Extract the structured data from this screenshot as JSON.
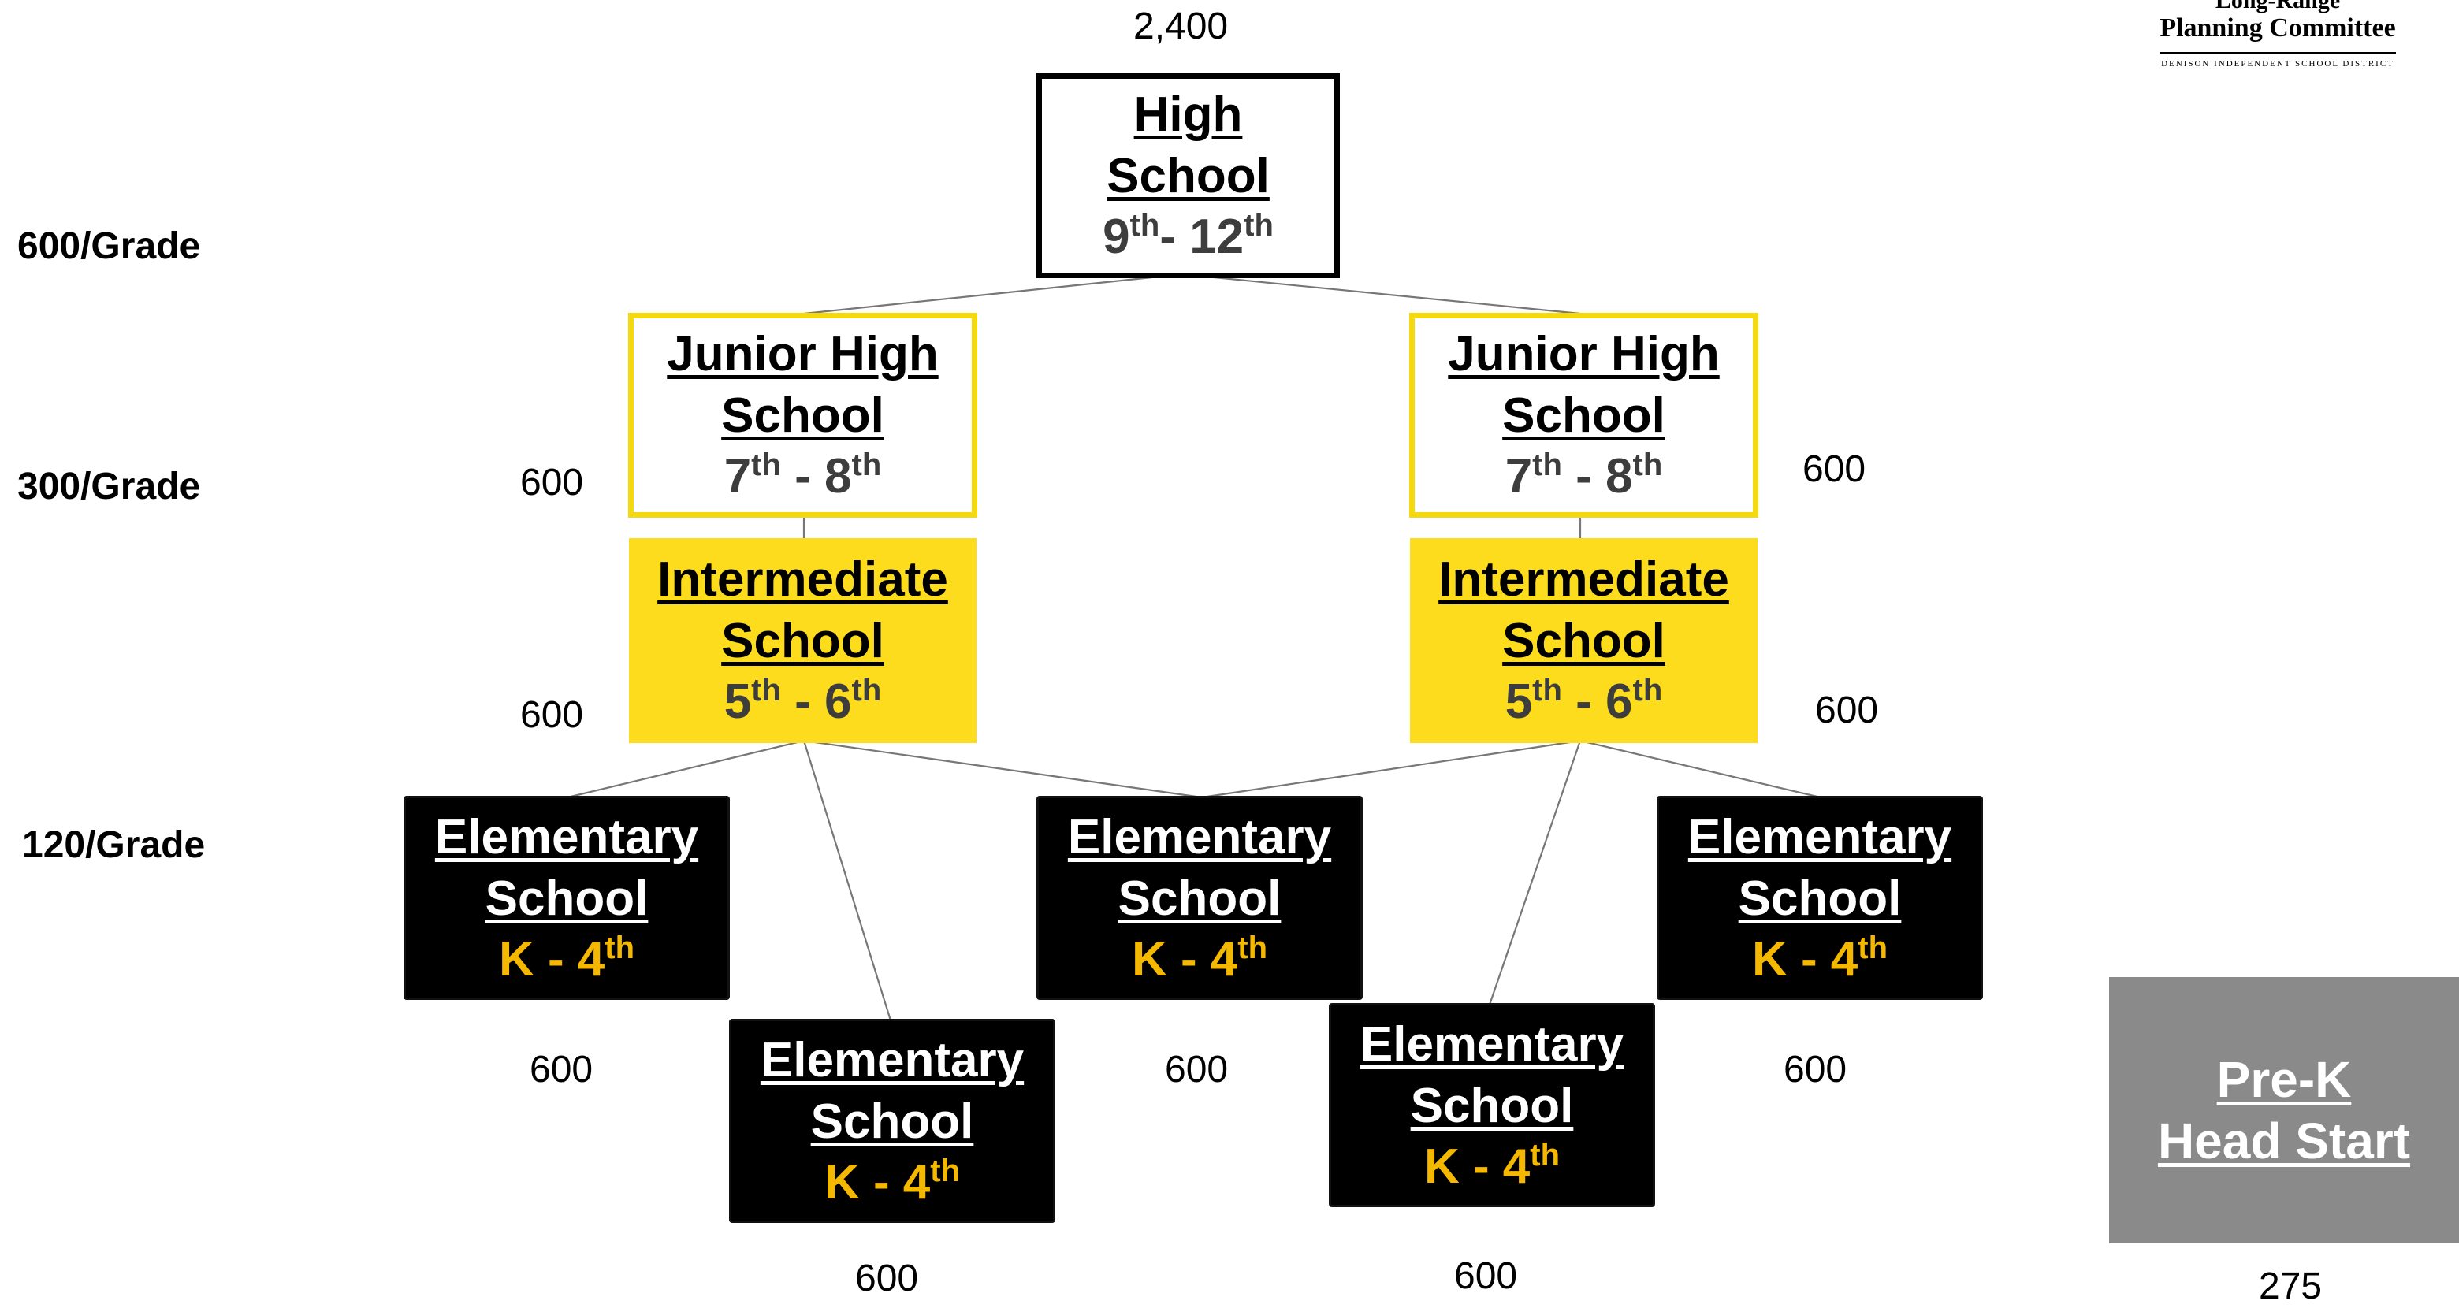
{
  "logo": {
    "line1": "Long-Range",
    "line2": "Planning Committee",
    "line3": "DENISON INDEPENDENT SCHOOL DISTRICT"
  },
  "row_labels": [
    "600/Grade",
    "300/Grade",
    "120/Grade"
  ],
  "high_school": {
    "name_line1": "High",
    "name_line2": "School",
    "grade_from": "9",
    "grade_sep": "- ",
    "grade_to": "12",
    "suffix": "th",
    "enrollment": "2,400"
  },
  "junior_highs": [
    {
      "name_line1": "Junior High",
      "name_line2": "School",
      "grade_from": "7",
      "grade_sep": " - ",
      "grade_to": "8",
      "suffix": "th",
      "enrollment": "600"
    },
    {
      "name_line1": "Junior High",
      "name_line2": "School",
      "grade_from": "7",
      "grade_sep": " - ",
      "grade_to": "8",
      "suffix": "th",
      "enrollment": "600"
    }
  ],
  "intermediates": [
    {
      "name_line1": "Intermediate",
      "name_line2": "School",
      "grade_from": "5",
      "grade_sep": " - ",
      "grade_to": "6",
      "suffix": "th",
      "enrollment": "600"
    },
    {
      "name_line1": "Intermediate",
      "name_line2": "School",
      "grade_from": "5",
      "grade_sep": " - ",
      "grade_to": "6",
      "suffix": "th",
      "enrollment": "600"
    }
  ],
  "elementaries": [
    {
      "name_line1": "Elementary",
      "name_line2": "School",
      "grades": "K - 4",
      "suffix": "th",
      "enrollment": "600"
    },
    {
      "name_line1": "Elementary",
      "name_line2": "School",
      "grades": "K - 4",
      "suffix": "th",
      "enrollment": "600"
    },
    {
      "name_line1": "Elementary",
      "name_line2": "School",
      "grades": "K - 4",
      "suffix": "th",
      "enrollment": "600"
    },
    {
      "name_line1": "Elementary",
      "name_line2": "School",
      "grades": "K - 4",
      "suffix": "th",
      "enrollment": "600"
    },
    {
      "name_line1": "Elementary",
      "name_line2": "School",
      "grades": "K - 4",
      "suffix": "th",
      "enrollment": "600"
    }
  ],
  "prek": {
    "name_line1": "Pre-K",
    "name_line2": "Head Start",
    "enrollment": "275"
  },
  "colors": {
    "junior_high_border": "#f5d90f",
    "intermediate_fill": "#fcdc1c",
    "elementary_fill": "#000000",
    "elementary_grades": "#f5b800",
    "prek_fill": "#8a8a8a",
    "grade_text": "#3d3d3d",
    "connector": "#777777"
  }
}
